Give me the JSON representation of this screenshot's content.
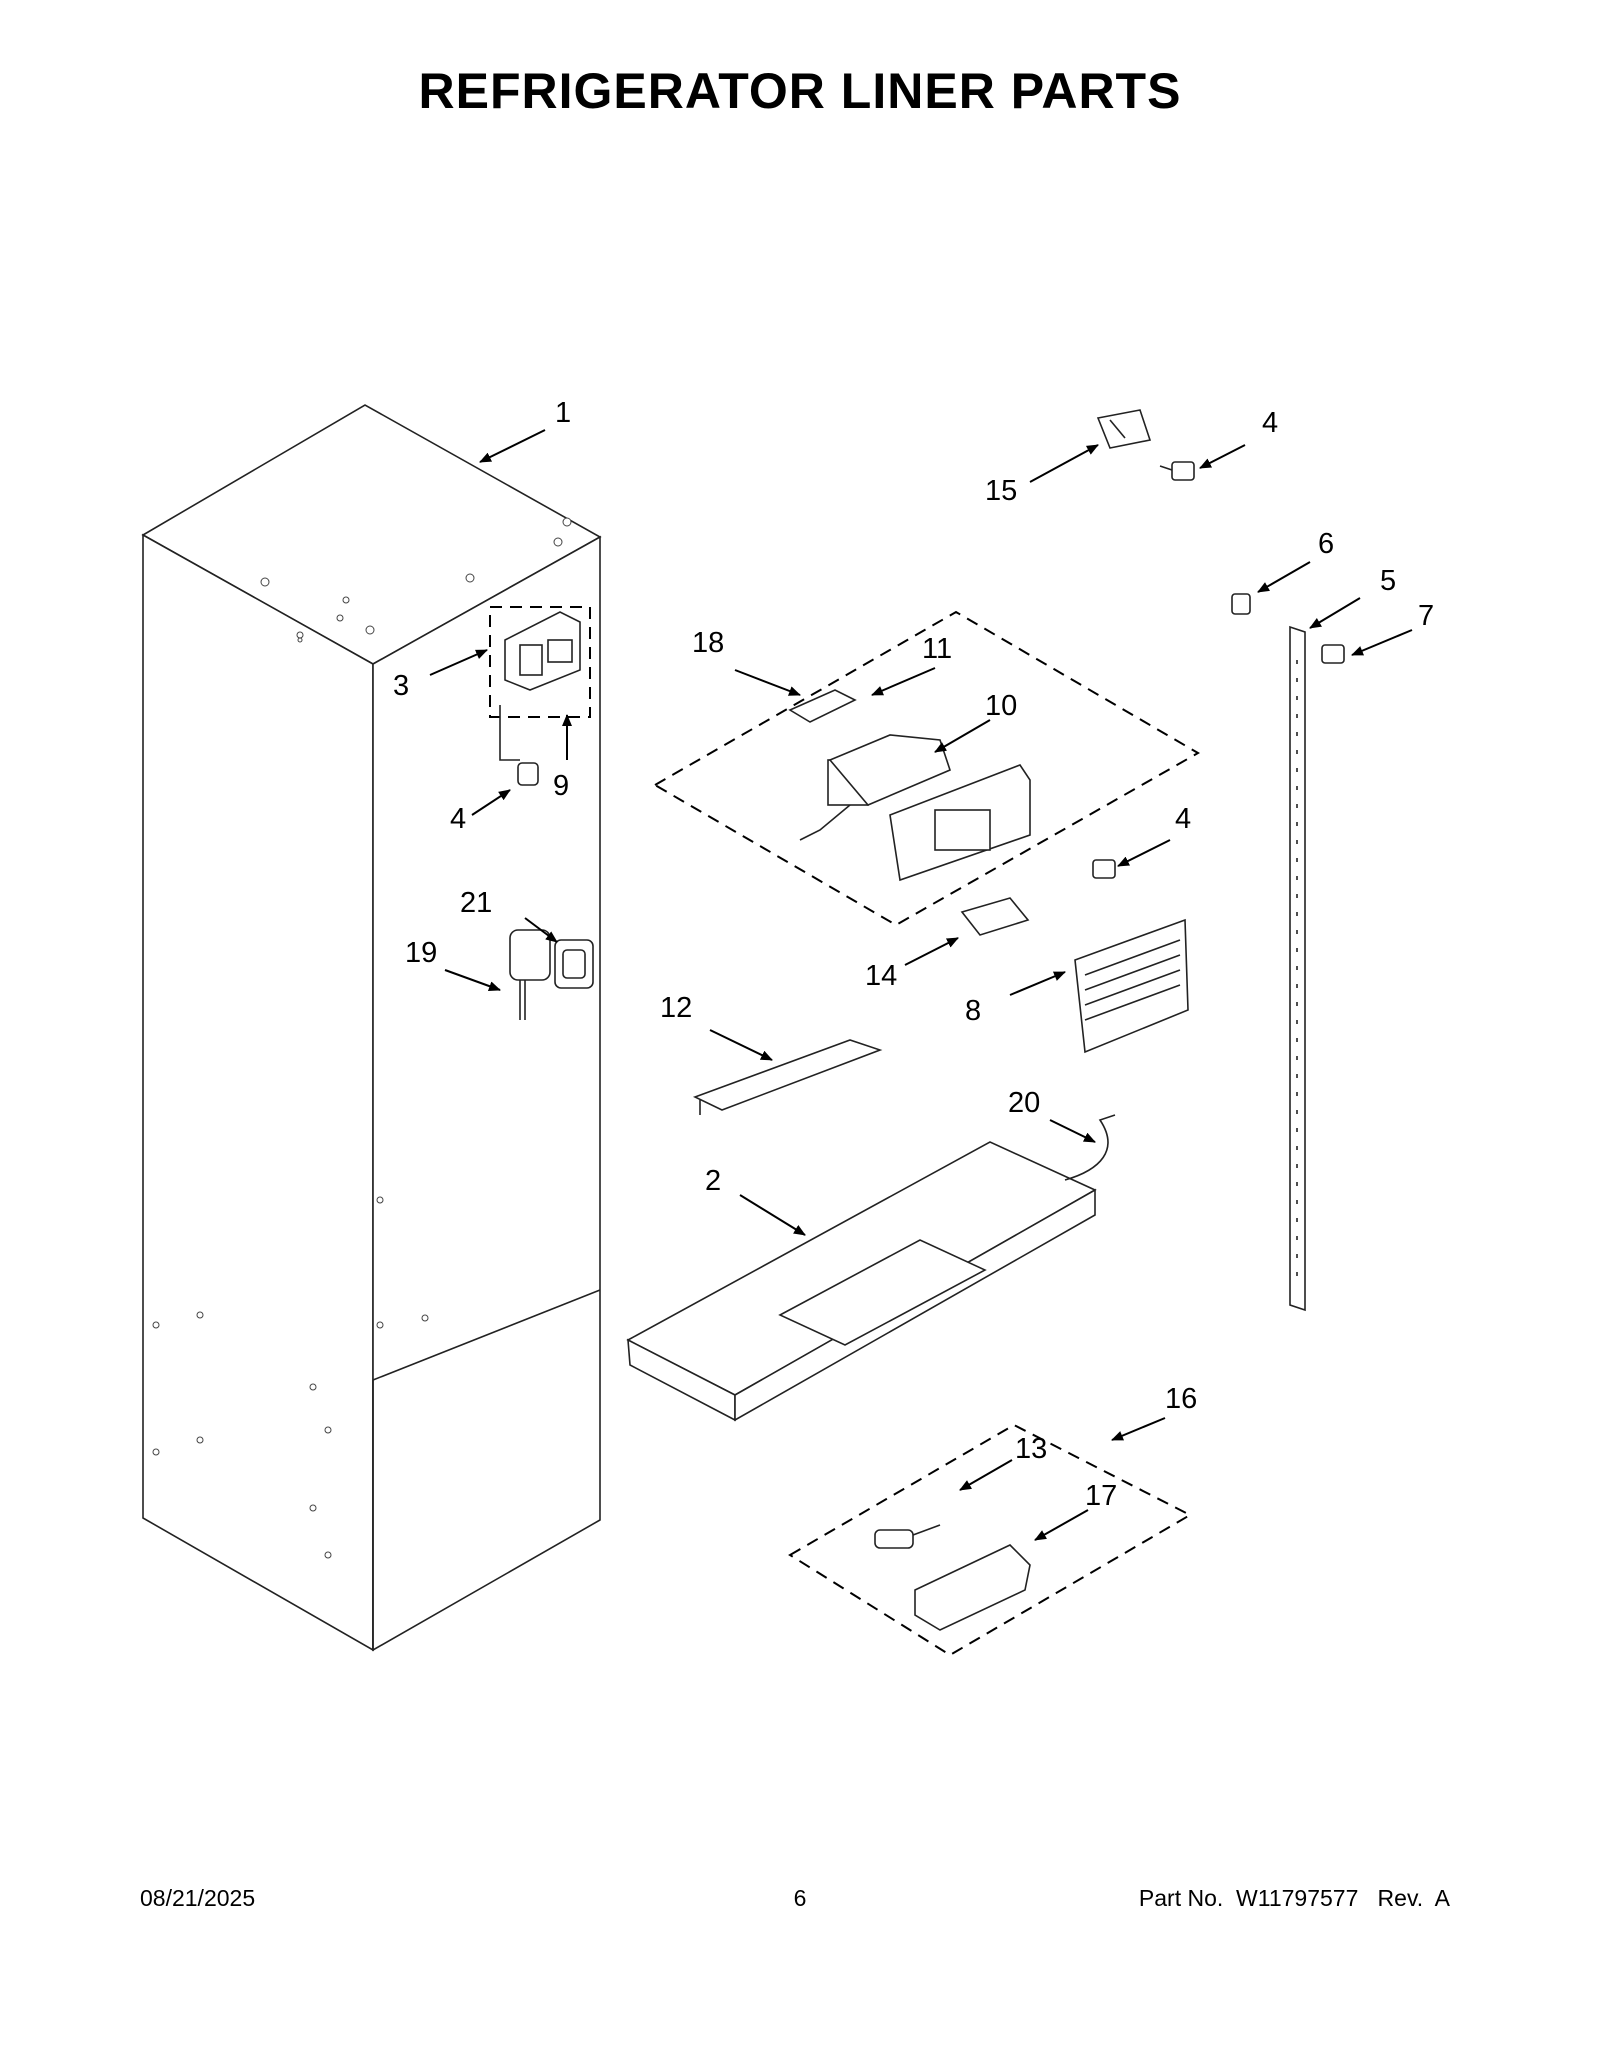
{
  "title": "REFRIGERATOR LINER PARTS",
  "footer": {
    "date": "08/21/2025",
    "page": "6",
    "part": "Part No.  W11797577   Rev.  A"
  },
  "callouts": {
    "c1": "1",
    "c2": "2",
    "c3": "3",
    "c4a": "4",
    "c4b": "4",
    "c4c": "4",
    "c5": "5",
    "c6": "6",
    "c7": "7",
    "c8": "8",
    "c9": "9",
    "c10": "10",
    "c11": "11",
    "c12": "12",
    "c13": "13",
    "c14": "14",
    "c15": "15",
    "c16": "16",
    "c17": "17",
    "c18": "18",
    "c19": "19",
    "c20": "20",
    "c21": "21"
  }
}
